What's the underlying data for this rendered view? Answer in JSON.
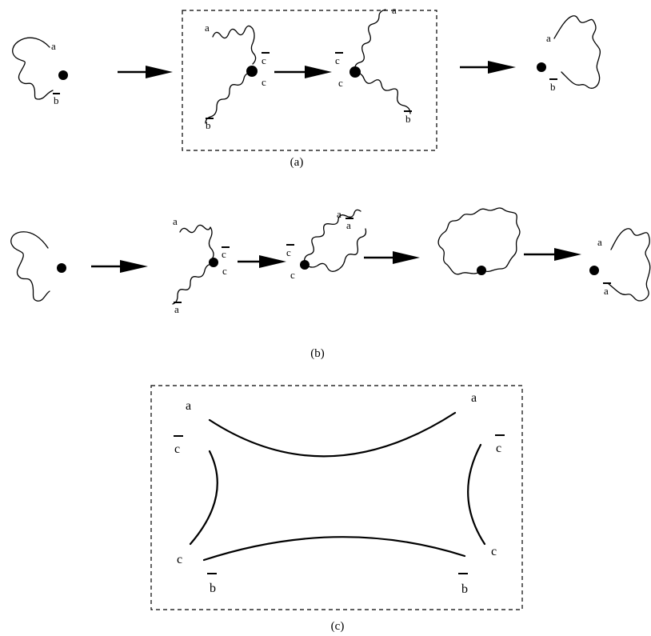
{
  "panel_a": {
    "caption": "(a)",
    "labels": {
      "s1_a": "a",
      "s1_b": "b",
      "s2_a": "a",
      "s2_cbar": "c",
      "s2_c": "c",
      "s2_b": "b",
      "s3_a": "a",
      "s3_cbar": "c",
      "s3_c": "c",
      "s3_b": "b",
      "s4_a": "a",
      "s4_b": "b"
    }
  },
  "panel_b": {
    "caption": "(b)",
    "labels": {
      "s2_a": "a",
      "s2_cbar": "c",
      "s2_c": "c",
      "s2_abar": "a",
      "s3_cbar": "c",
      "s3_c": "c",
      "s3_a": "a",
      "s3_abar": "a",
      "s5_a": "a",
      "s5_abar": "a"
    }
  },
  "panel_c": {
    "caption": "(c)",
    "labels": {
      "tl_a": "a",
      "tr_a": "a",
      "l_cbar": "c",
      "r_cbar": "c",
      "bl_c": "c",
      "br_c": "c",
      "bl_b": "b",
      "br_b": "b"
    }
  }
}
